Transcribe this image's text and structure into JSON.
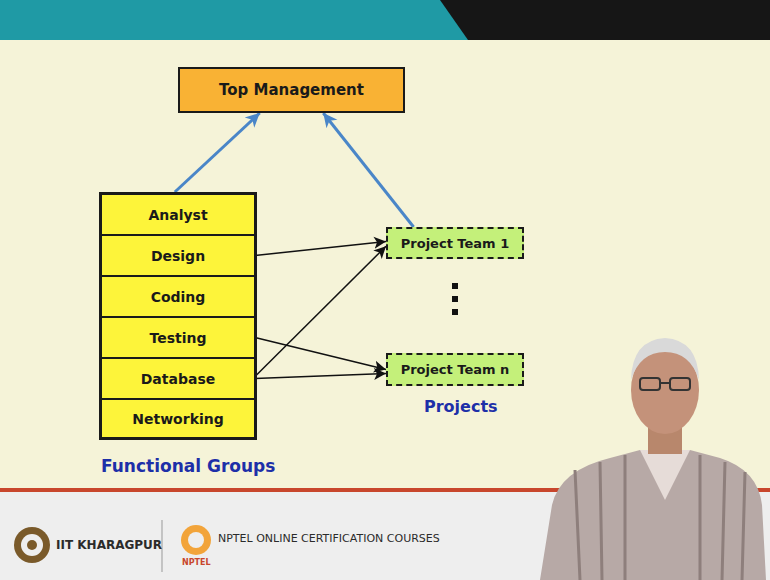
{
  "diagram": {
    "nodes": [
      {
        "text": [
          "Top Management"
        ]
      },
      {
        "text": [
          "Functional Groups"
        ]
      },
      {
        "text": [
          "Analyst"
        ],
        "in": 1
      },
      {
        "text": [
          "Design"
        ],
        "in": 1
      },
      {
        "text": [
          "Coding"
        ],
        "in": 1
      },
      {
        "text": [
          "Testing"
        ],
        "in": 1
      },
      {
        "text": [
          "Database"
        ],
        "in": 1
      },
      {
        "text": [
          "Networking"
        ],
        "in": 1
      },
      {
        "text": [
          "Project Team 1"
        ]
      },
      {
        "text": [
          "Project Team n"
        ]
      }
    ],
    "edges": [
      {
        "from": 1,
        "to": 0,
        "arrow": "to"
      },
      {
        "from": 8,
        "to": 0,
        "arrow": "to"
      },
      {
        "from": 3,
        "to": 8,
        "arrow": "to"
      },
      {
        "from": 5,
        "to": 9,
        "arrow": "to"
      },
      {
        "from": 6,
        "to": 8,
        "arrow": "to"
      },
      {
        "from": 6,
        "to": 9,
        "arrow": "to"
      }
    ],
    "labels": [
      "Projects",
      "IIT KHARAGPUR",
      "NPTEL ONLINE CERTIFICATION COURSES",
      "NPTEL"
    ]
  }
}
